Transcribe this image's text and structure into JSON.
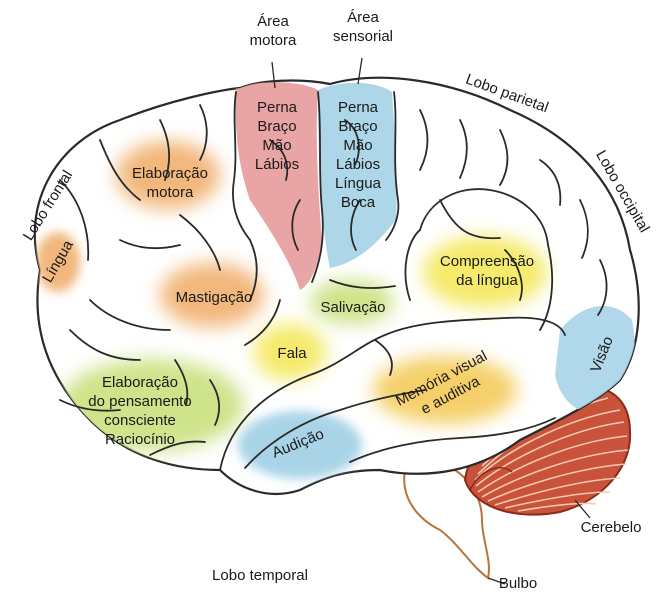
{
  "labels": {
    "area_motora": [
      "Área",
      "motora"
    ],
    "area_sensorial": [
      "Área",
      "sensorial"
    ],
    "lobo_parietal": "Lobo parietal",
    "lobo_occipital": "Lobo occipital",
    "lobo_frontal": "Lobo frontal",
    "lobo_temporal": "Lobo temporal",
    "motor_list": [
      "Perna",
      "Braço",
      "Mão",
      "Lábios"
    ],
    "sensory_list": [
      "Perna",
      "Braço",
      "Mão",
      "Lábios",
      "Língua",
      "Boca"
    ],
    "elaboracao_motora": [
      "Elaboração",
      "motora"
    ],
    "lingua": "Língua",
    "mastigacao": "Mastigação",
    "salivacao": "Salivação",
    "fala": "Fala",
    "compreensao": [
      "Compreensão",
      "da língua"
    ],
    "memoria": [
      "Memória visual",
      "e auditiva"
    ],
    "visao": "Visão",
    "elaboracao_pensamento": [
      "Elaboração",
      "do pensamento",
      "consciente",
      "Raciocínio"
    ],
    "audicao": "Audição",
    "cerebelo": "Cerebelo",
    "bulbo": "Bulbo"
  },
  "colors": {
    "motor_area": "#e8a0a0",
    "sensory_area": "#a9d4e8",
    "orange_area": "#f2b77c",
    "yellow_area": "#f5ea6a",
    "green_area": "#cfe38a",
    "cerebellum": "#c9533a",
    "outline": "#2a2a2a"
  }
}
